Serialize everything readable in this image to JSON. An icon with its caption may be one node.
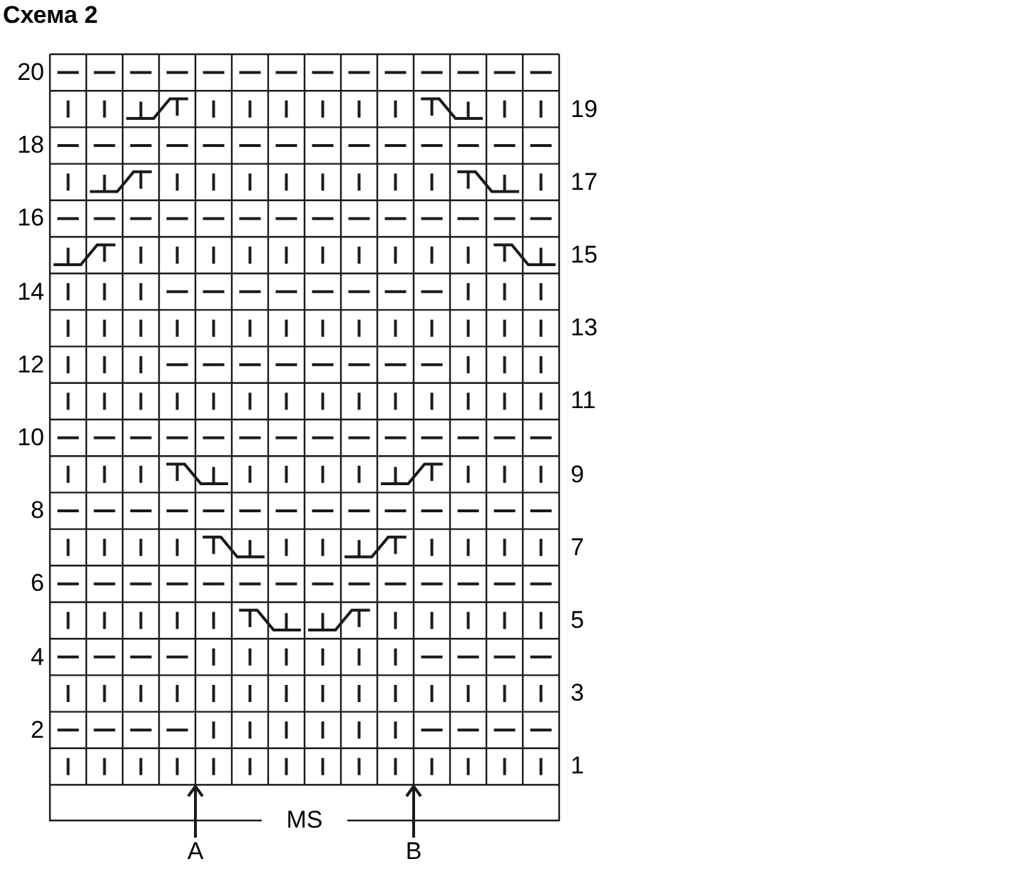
{
  "diagram": {
    "title": "Схема 2",
    "nodes": [
      {
        "text": [
          "A"
        ]
      },
      {
        "text": [
          "B"
        ]
      }
    ],
    "edges": [
      {
        "from": 0,
        "to": null,
        "arrow": "to"
      },
      {
        "from": 1,
        "to": null,
        "arrow": "to"
      }
    ],
    "labels": [
      "20",
      "19",
      "18",
      "17",
      "16",
      "15",
      "14",
      "13",
      "12",
      "11",
      "10",
      "9",
      "8",
      "7",
      "6",
      "5",
      "4",
      "3",
      "2",
      "1",
      "MS"
    ]
  }
}
